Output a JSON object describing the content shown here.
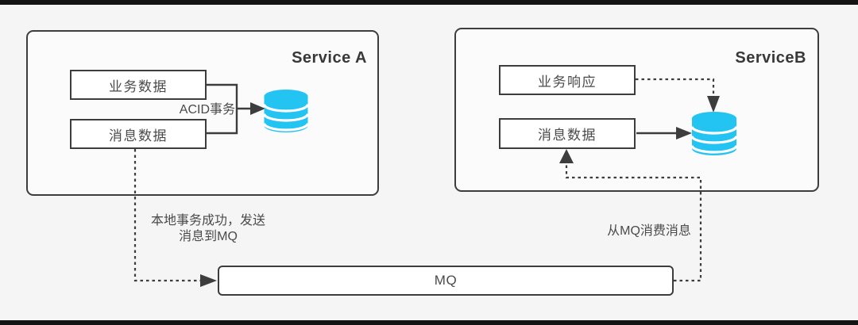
{
  "diagram": {
    "service_a": {
      "title": "Service A",
      "boxes": [
        {
          "label": "业务数据"
        },
        {
          "label": "消息数据"
        }
      ],
      "transaction_label": "ACID事务",
      "database_icon": "database-cylinder"
    },
    "service_b": {
      "title": "ServiceB",
      "boxes": [
        {
          "label": "业务响应"
        },
        {
          "label": "消息数据"
        }
      ],
      "database_icon": "database-cylinder"
    },
    "mq": {
      "label": "MQ"
    },
    "edges": {
      "send_label_line1": "本地事务成功，发送",
      "send_label_line2": "消息到MQ",
      "consume_label": "从MQ消费消息"
    }
  },
  "colors": {
    "background": "#f5f5f5",
    "panel": "#ffffff",
    "frame_bar": "#141414",
    "line": "#3d3d3d",
    "text": "#4a4a4a",
    "database_cyan": "#24c4f2"
  }
}
